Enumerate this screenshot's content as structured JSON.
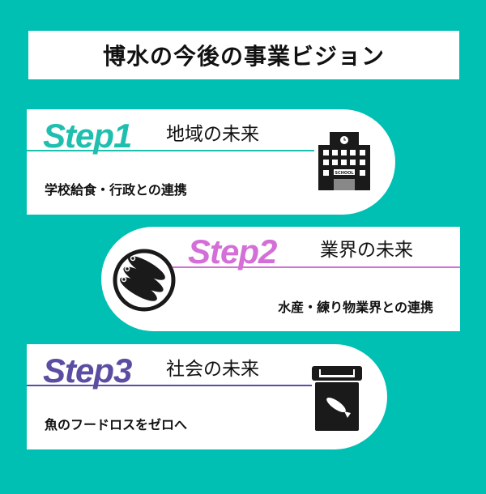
{
  "title": "博水の今後の事業ビジョン",
  "colors": {
    "background": "#00bfb3",
    "step1": "#1ebfae",
    "step2": "#d36fd6",
    "step3": "#5a4ea3"
  },
  "steps": [
    {
      "label": "Step1",
      "heading": "地域の未来",
      "description": "学校給食・行政との連携",
      "icon": "school-building-icon",
      "icon_text": "SCHOOL"
    },
    {
      "label": "Step2",
      "heading": "業界の未来",
      "description": "水産・練り物業界との連携",
      "icon": "fish-plate-icon"
    },
    {
      "label": "Step3",
      "heading": "社会の未来",
      "description": "魚のフードロスをゼロへ",
      "icon": "trash-bin-fish-icon"
    }
  ]
}
